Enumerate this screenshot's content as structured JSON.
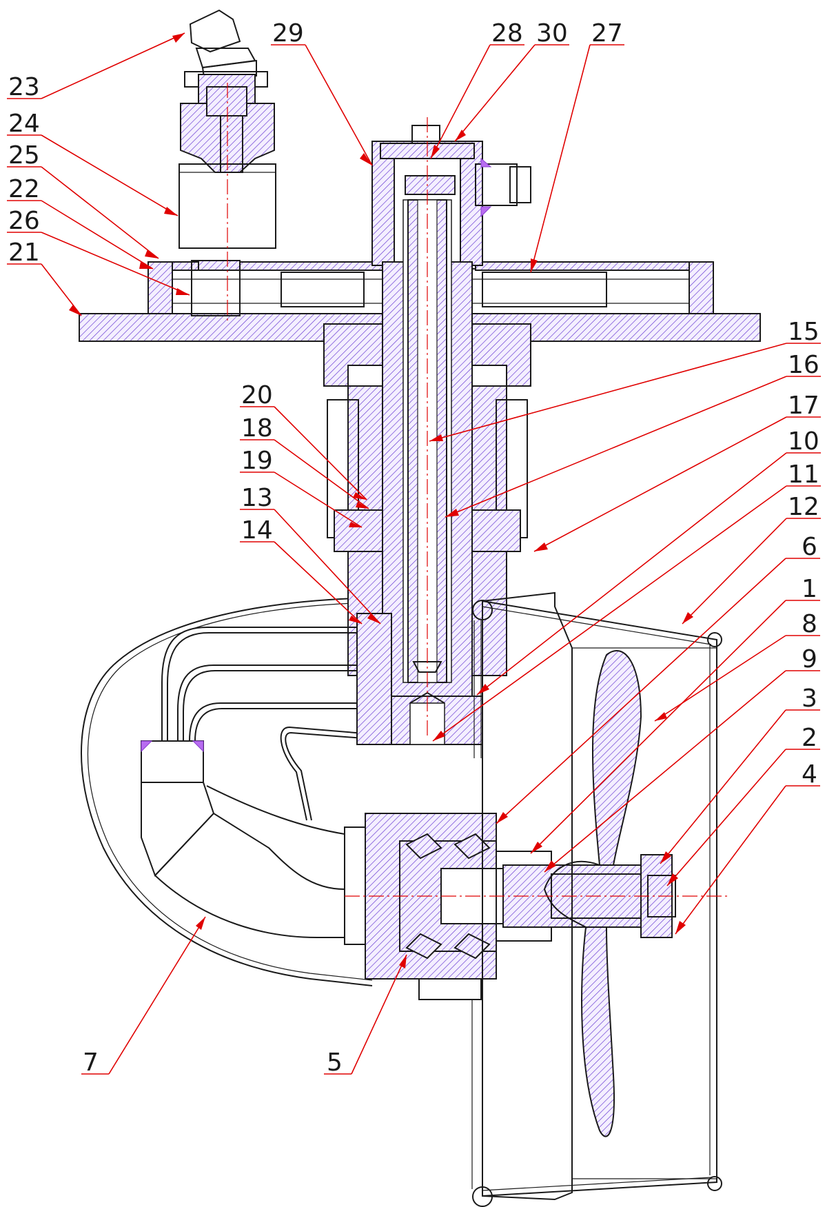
{
  "drawing": {
    "callouts": [
      {
        "id": "c23",
        "label": "23"
      },
      {
        "id": "c24",
        "label": "24"
      },
      {
        "id": "c25",
        "label": "25"
      },
      {
        "id": "c22",
        "label": "22"
      },
      {
        "id": "c26",
        "label": "26"
      },
      {
        "id": "c21",
        "label": "21"
      },
      {
        "id": "c29",
        "label": "29"
      },
      {
        "id": "c28",
        "label": "28"
      },
      {
        "id": "c30",
        "label": "30"
      },
      {
        "id": "c27",
        "label": "27"
      },
      {
        "id": "c15",
        "label": "15"
      },
      {
        "id": "c16",
        "label": "16"
      },
      {
        "id": "c17",
        "label": "17"
      },
      {
        "id": "c20",
        "label": "20"
      },
      {
        "id": "c18",
        "label": "18"
      },
      {
        "id": "c19",
        "label": "19"
      },
      {
        "id": "c10",
        "label": "10"
      },
      {
        "id": "c11",
        "label": "11"
      },
      {
        "id": "c12",
        "label": "12"
      },
      {
        "id": "c13",
        "label": "13"
      },
      {
        "id": "c14",
        "label": "14"
      },
      {
        "id": "c6",
        "label": "6"
      },
      {
        "id": "c1",
        "label": "1"
      },
      {
        "id": "c8",
        "label": "8"
      },
      {
        "id": "c9",
        "label": "9"
      },
      {
        "id": "c3",
        "label": "3"
      },
      {
        "id": "c2",
        "label": "2"
      },
      {
        "id": "c4",
        "label": "4"
      },
      {
        "id": "c7",
        "label": "7"
      },
      {
        "id": "c5",
        "label": "5"
      }
    ],
    "colors": {
      "section_hatch": "#6b3fd4",
      "weld_fill": "#b86cf0",
      "leader": "#e00000",
      "outline": "#1a1a1a"
    }
  }
}
